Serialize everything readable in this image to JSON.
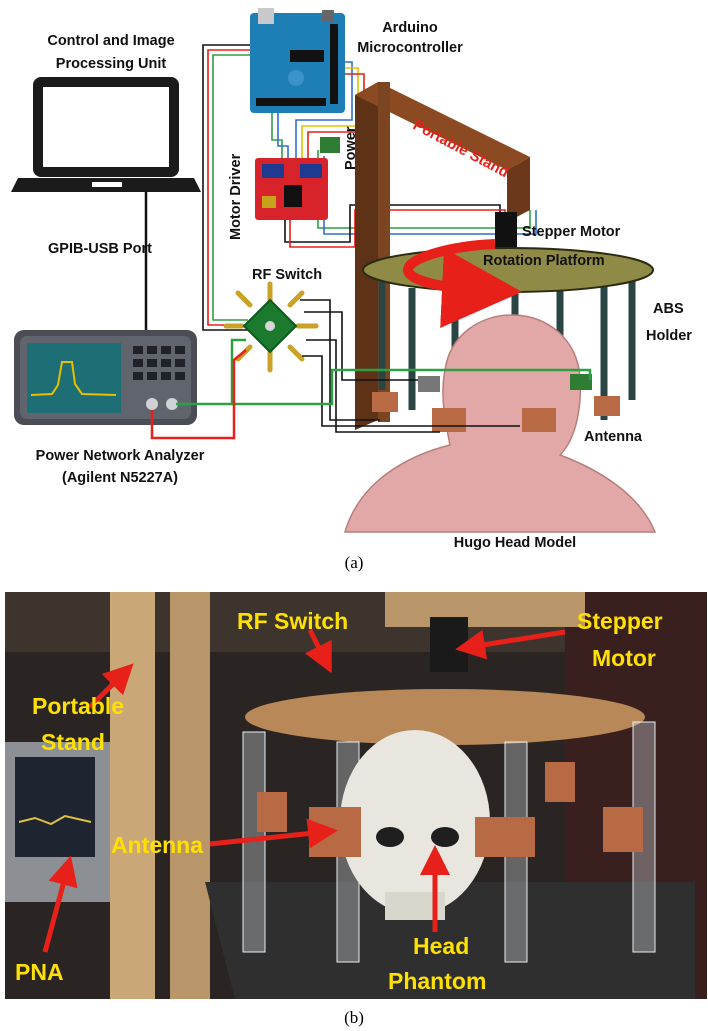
{
  "figure_a": {
    "labels": {
      "control_line1": "Control and Image",
      "control_line2": "Processing Unit",
      "arduino_line1": "Arduino",
      "arduino_line2": "Microcontroller",
      "power": "Power",
      "portable_stand": "Portable Stand",
      "motor_driver": "Motor Driver",
      "stepper_motor": "Stepper Motor",
      "rotation_platform": "Rotation Platform",
      "gpib": "GPIB-USB Port",
      "rf_switch": "RF Switch",
      "abs_line1": "ABS",
      "abs_line2": "Holder",
      "antenna": "Antenna",
      "pna_line1": "Power Network Analyzer",
      "pna_line2": "(Agilent N5227A)",
      "hugo": "Hugo Head Model"
    },
    "caption": "(a)"
  },
  "figure_b": {
    "labels": {
      "rf_switch": "RF Switch",
      "stepper_line1": "Stepper",
      "stepper_line2": "Motor",
      "portable_line1": "Portable",
      "portable_line2": "Stand",
      "antenna": "Antenna",
      "head_line1": "Head",
      "head_line2": "Phantom",
      "pna": "PNA"
    },
    "caption": "(b)"
  },
  "colors": {
    "label_yellow": "#ffe100",
    "arrow_red": "#e8201a",
    "wood": "#7a4520",
    "head_pink": "#e2a8a8",
    "copper": "#b86a45"
  }
}
